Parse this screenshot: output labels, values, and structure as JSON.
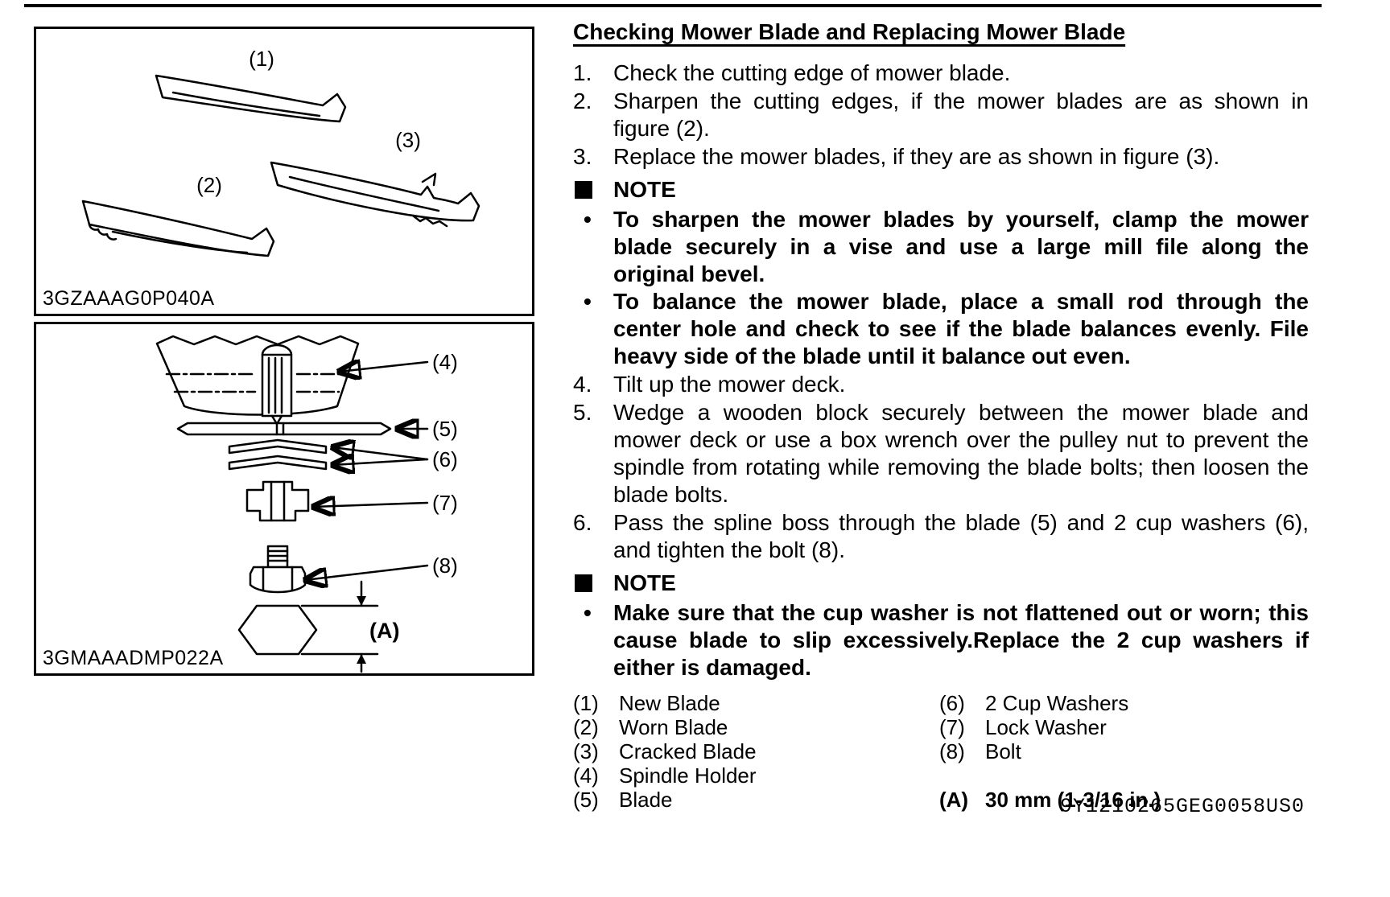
{
  "page": {
    "footer_code": "9Y1210265GEG0058US0"
  },
  "figures": [
    {
      "caption": "3GZAAAG0P040A",
      "labels": [
        "(1)",
        "(2)",
        "(3)"
      ]
    },
    {
      "caption": "3GMAAADMP022A",
      "labels": [
        "(4)",
        "(5)",
        "(6)",
        "(7)",
        "(8)",
        "(A)"
      ]
    }
  ],
  "content": {
    "title": "Checking Mower Blade and Replacing Mower Blade",
    "bullet_char": "•",
    "steps_1": [
      {
        "num": "1.",
        "text": "Check the cutting edge of mower blade."
      },
      {
        "num": "2.",
        "text": "Sharpen the cutting edges, if the mower blades are as shown in figure (2)."
      },
      {
        "num": "3.",
        "text": "Replace the mower blades, if they are as shown in figure (3)."
      }
    ],
    "note1": {
      "label": "NOTE",
      "bullets": [
        "To sharpen the mower blades by yourself, clamp the mower blade securely in a vise and use a large mill file along the original bevel.",
        "To balance the mower blade, place a small rod through the center hole and check to see if the blade balances evenly. File heavy side of the blade until it balance out even."
      ]
    },
    "steps_2": [
      {
        "num": "4.",
        "text": "Tilt up the mower deck."
      },
      {
        "num": "5.",
        "text": "Wedge a wooden block securely between the mower blade and mower deck or use a box wrench over the pulley nut to prevent the spindle from rotating while removing the blade bolts; then loosen the blade bolts."
      },
      {
        "num": "6.",
        "text": "Pass the spline boss through the blade (5) and 2 cup washers (6), and tighten the bolt (8)."
      }
    ],
    "note2": {
      "label": "NOTE",
      "bullets": [
        "Make sure that the cup washer is not flattened out or worn; this cause blade to slip excessively.Replace the 2 cup washers if either is damaged."
      ]
    },
    "legend": {
      "left": [
        {
          "num": "(1)",
          "text": "New Blade"
        },
        {
          "num": "(2)",
          "text": "Worn Blade"
        },
        {
          "num": "(3)",
          "text": "Cracked Blade"
        },
        {
          "num": "(4)",
          "text": "Spindle Holder"
        },
        {
          "num": "(5)",
          "text": "Blade"
        }
      ],
      "right": [
        {
          "num": "(6)",
          "text": "2 Cup Washers"
        },
        {
          "num": "(7)",
          "text": "Lock Washer"
        },
        {
          "num": "(8)",
          "text": "Bolt"
        }
      ],
      "dim": {
        "num": "(A)",
        "text": "30 mm (1-3/16 in.)"
      }
    }
  }
}
